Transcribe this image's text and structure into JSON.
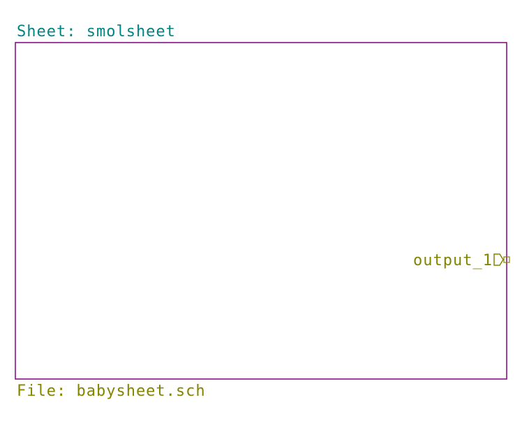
{
  "sheet": {
    "name_text": "Sheet: smolsheet",
    "file_text": "File: babysheet.sch",
    "border_color": "#840084",
    "name_color": "#008484",
    "file_color": "#848400"
  },
  "pins": [
    {
      "label": "output_1",
      "color": "#848400",
      "side": "right",
      "shape": "output-arrow"
    }
  ]
}
